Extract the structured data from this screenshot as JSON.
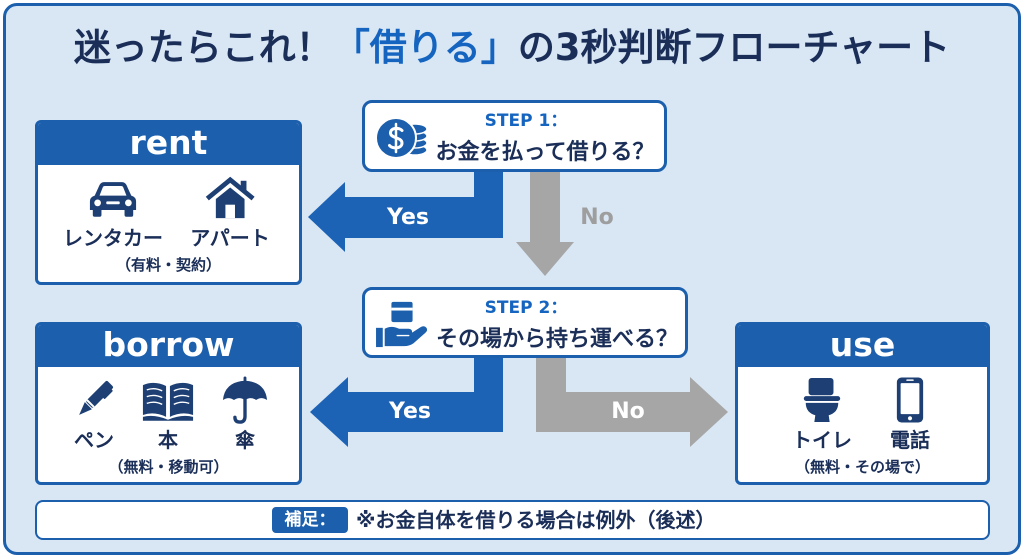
{
  "title": {
    "before": "迷ったらこれ！",
    "highlight": "「借りる」",
    "after": "の3秒判断フローチャート"
  },
  "steps": [
    {
      "label": "STEP 1：",
      "question": "お金を払って借りる？",
      "icon": "coins-icon"
    },
    {
      "label": "STEP 2：",
      "question": "その場から持ち運べる？",
      "icon": "hand-holding-box-icon"
    }
  ],
  "branches": {
    "step1_yes": "Yes",
    "step1_no": "No",
    "step2_yes": "Yes",
    "step2_no": "No"
  },
  "outcomes": {
    "rent": {
      "title": "rent",
      "items": [
        {
          "label": "レンタカー",
          "icon": "car-icon"
        },
        {
          "label": "アパート",
          "icon": "house-icon"
        }
      ],
      "note": "（有料・契約）"
    },
    "borrow": {
      "title": "borrow",
      "items": [
        {
          "label": "ペン",
          "icon": "pen-icon"
        },
        {
          "label": "本",
          "icon": "book-icon"
        },
        {
          "label": "傘",
          "icon": "umbrella-icon"
        }
      ],
      "note": "（無料・移動可）"
    },
    "use": {
      "title": "use",
      "items": [
        {
          "label": "トイレ",
          "icon": "toilet-icon"
        },
        {
          "label": "電話",
          "icon": "phone-icon"
        }
      ],
      "note": "（無料・その場で）"
    }
  },
  "footnote": {
    "badge": "補足：",
    "text": "※お金自体を借りる場合は例外（後述）"
  },
  "colors": {
    "frame_blue": "#1b5fad",
    "background": "#d9e7f5",
    "title_navy": "#1a2e58",
    "title_highlight": "#1565c0",
    "arrow_blue": "#1d63b5",
    "arrow_gray": "#a6a6a6",
    "icon_navy": "#1d3f74"
  }
}
